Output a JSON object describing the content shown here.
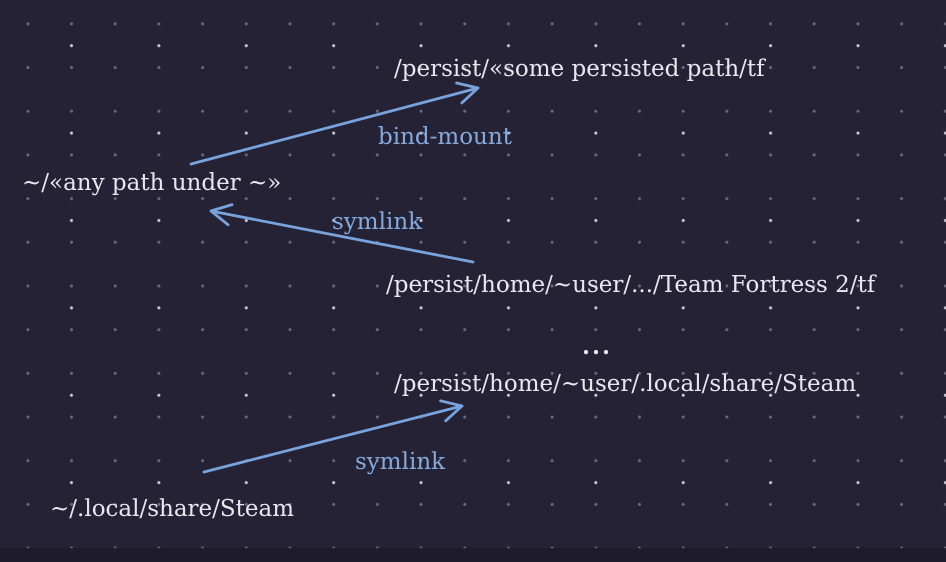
{
  "canvas": {
    "background": "#262235",
    "bottom_edge_color": "#1d1a28",
    "text_color": "#e9e7ee",
    "arrow_color": "#79a3dc",
    "label_color": "#86a9dc"
  },
  "nodes": [
    {
      "text": "/persist/«some persisted path/tf"
    },
    {
      "text": "~/«any path under ~»"
    },
    {
      "text": "/persist/home/~user/.../Team Fortress 2/tf"
    },
    {
      "text": "..."
    },
    {
      "text": "/persist/home/~user/.local/share/Steam"
    },
    {
      "text": "~/.local/share/Steam"
    }
  ],
  "edges": [
    {
      "type": "bind-mount",
      "label": "bind-mount",
      "from": "~/«any path under ~»",
      "to": "/persist/«some persisted path/tf"
    },
    {
      "type": "symlink",
      "label": "symlink",
      "from": "/persist/home/~user/.../Team Fortress 2/tf",
      "to": "~/«any path under ~»"
    },
    {
      "type": "symlink",
      "label": "symlink",
      "from": "~/.local/share/Steam",
      "to": "/persist/home/~user/.local/share/Steam"
    }
  ]
}
